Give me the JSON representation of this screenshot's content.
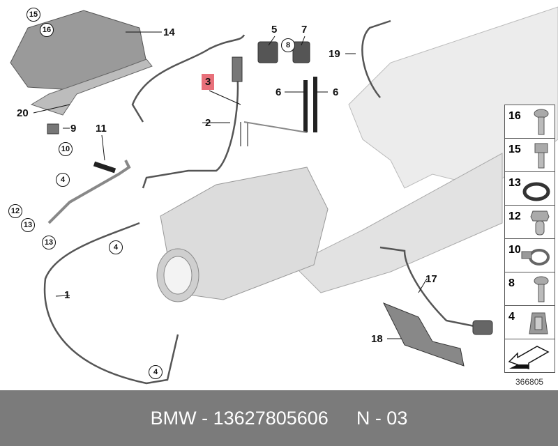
{
  "callouts": {
    "c15": "15",
    "c16": "16",
    "c14": "14",
    "c20": "20",
    "c9": "9",
    "c10": "10",
    "c11": "11",
    "c4a": "4",
    "c12": "12",
    "c13a": "13",
    "c13b": "13",
    "c4b": "4",
    "c1": "1",
    "c4c": "4",
    "c3": "3",
    "c2": "2",
    "c5": "5",
    "c7": "7",
    "c8": "8",
    "c6a": "6",
    "c6b": "6",
    "c19": "19",
    "c17": "17",
    "c18": "18"
  },
  "legend": [
    {
      "num": "16",
      "icon": "torx-screw-icon"
    },
    {
      "num": "15",
      "icon": "hex-bolt-icon"
    },
    {
      "num": "13",
      "icon": "sealing-ring-icon"
    },
    {
      "num": "12",
      "icon": "banjo-bolt-icon"
    },
    {
      "num": "10",
      "icon": "hose-clamp-icon"
    },
    {
      "num": "8",
      "icon": "torx-screw-icon"
    },
    {
      "num": "4",
      "icon": "clip-nut-icon"
    },
    {
      "num": "",
      "icon": "arrow-icon"
    }
  ],
  "ref_id": "366805",
  "banner": {
    "part": "BMW - 13627805606",
    "page": "N - 03"
  }
}
